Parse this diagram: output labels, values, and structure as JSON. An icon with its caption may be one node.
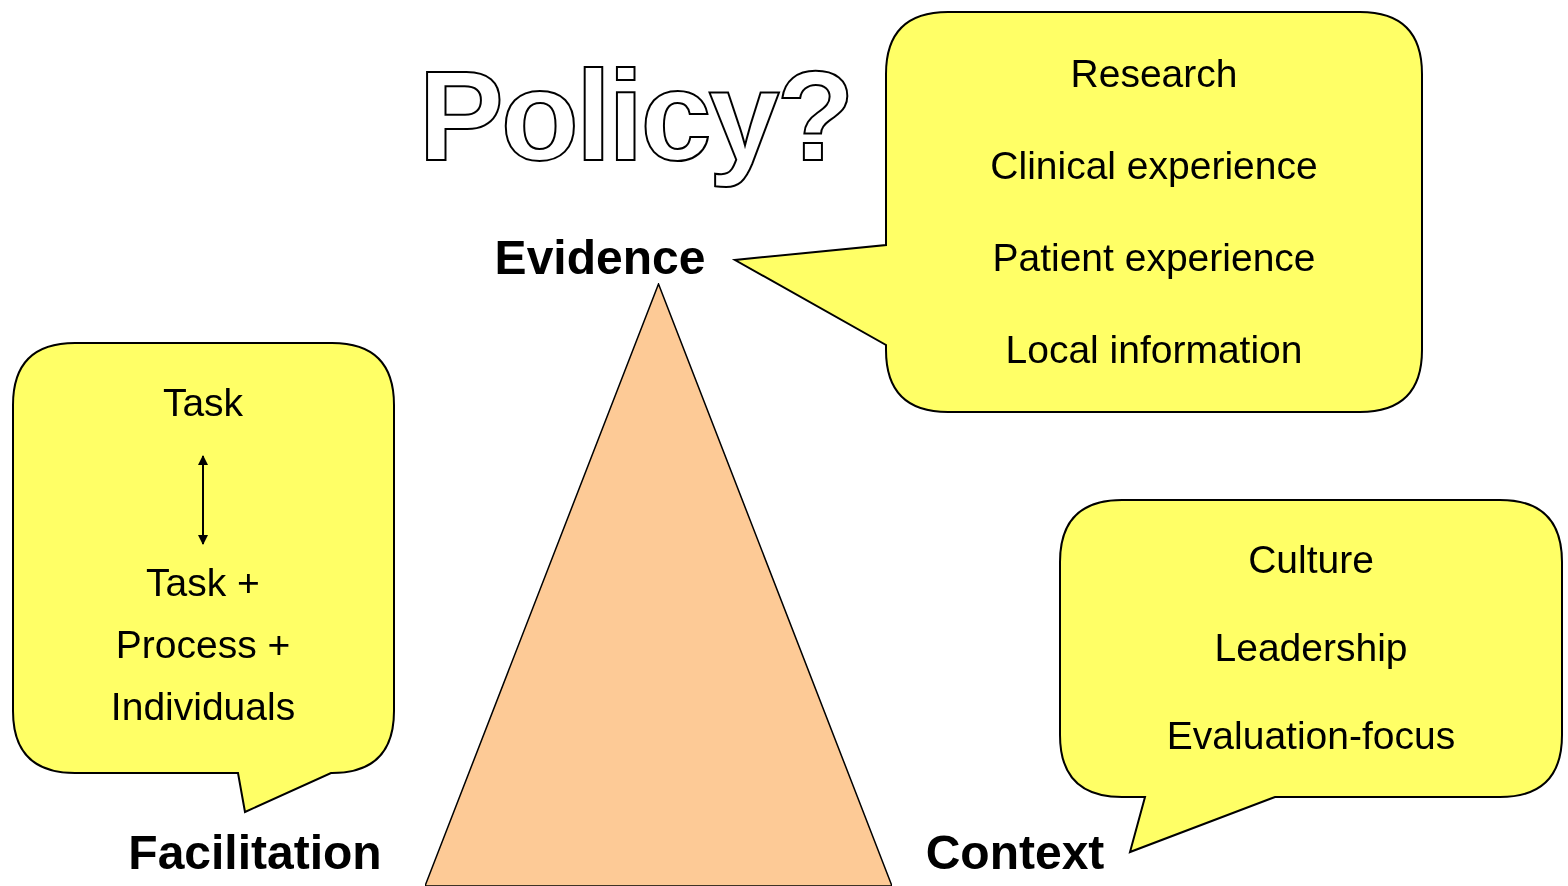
{
  "diagram": {
    "title": "Policy?",
    "nodes": [
      {
        "text": [
          "Evidence"
        ]
      },
      {
        "text": [
          "Research",
          "Clinical experience",
          "Patient experience",
          "Local information"
        ]
      },
      {
        "text": [],
        "shape": "callout"
      },
      {
        "text": [
          "Task"
        ],
        "in": 2
      },
      {
        "text": [
          "Task + Process + Individuals"
        ],
        "in": 2
      },
      {
        "text": [],
        "shape": "triangle"
      },
      {
        "text": [
          "Facilitation"
        ]
      },
      {
        "text": [
          "Context"
        ]
      },
      {
        "text": [
          "Culture",
          "Leadership",
          "Evaluation-focus"
        ]
      }
    ],
    "edges": [
      {
        "from": 3,
        "to": 4,
        "arrow": "both"
      }
    ]
  }
}
